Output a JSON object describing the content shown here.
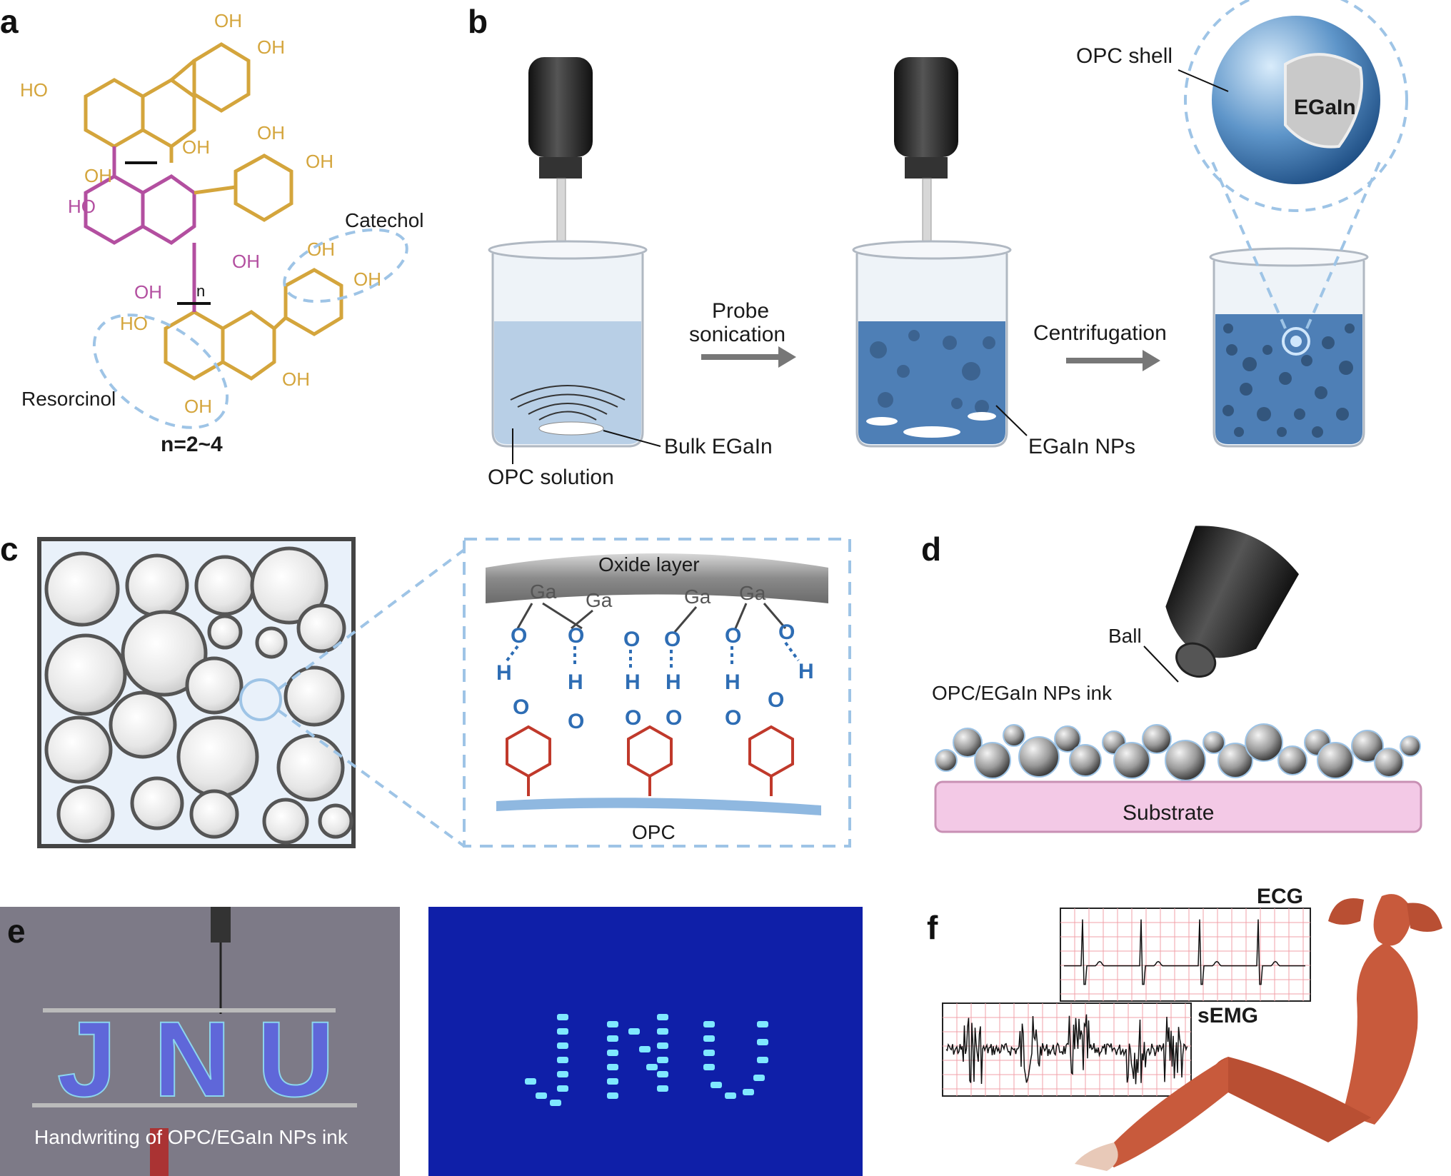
{
  "panels": {
    "a": {
      "letter": "a",
      "groups": [
        "OH",
        "OH",
        "HO",
        "OH",
        "OH",
        "OH",
        "OH",
        "HO",
        "OH",
        "OH",
        "OH",
        "HO",
        "OH",
        "OH",
        "OH"
      ],
      "catechol": "Catechol",
      "resorcinol": "Resorcinol",
      "n": "n",
      "formula": "n=2~4",
      "colors": {
        "gold": "#d4a53c",
        "magenta": "#b34fa0",
        "dashed": "#9ec4e6"
      }
    },
    "b": {
      "letter": "b",
      "opc_shell": "OPC shell",
      "egain": "EGaIn",
      "step1": [
        "Probe",
        "sonication"
      ],
      "step2": "Centrifugation",
      "bulk": "Bulk EGaIn",
      "opc_solution": "OPC solution",
      "nps": "EGaIn NPs",
      "colors": {
        "liquid_light": "#b8cfe6",
        "liquid_dark": "#4e7fb6"
      }
    },
    "c": {
      "letter": "c",
      "oxide": "Oxide layer",
      "ga": [
        "Ga",
        "Ga",
        "Ga",
        "Ga"
      ],
      "o_top": [
        "O",
        "O",
        "O",
        "O",
        "O",
        "O"
      ],
      "h_mid": [
        "H",
        "H",
        "H",
        "H",
        "H",
        "H"
      ],
      "o_bottom": [
        "O",
        "O",
        "O",
        "O",
        "O",
        "O"
      ],
      "opc": "OPC",
      "colors": {
        "blue": "#2e6db4",
        "red": "#c0392b",
        "backbone": "#8fb8e0"
      }
    },
    "d": {
      "letter": "d",
      "ball": "Ball",
      "ink": "OPC/EGaIn NPs ink",
      "substrate": "Substrate",
      "colors": {
        "substrate": "#f3c9e6"
      }
    },
    "e": {
      "letter": "e",
      "letters": [
        "J",
        "N",
        "U"
      ],
      "caption": "Handwriting of OPC/EGaIn NPs ink",
      "colors": {
        "photo_bg": "#7d7a87",
        "dark_bg": "#0f1fa8",
        "led": "#7fe8ff"
      }
    },
    "f": {
      "letter": "f",
      "ecg": "ECG",
      "semg": "sEMG",
      "colors": {
        "grid": "#f2a0a8",
        "muscle": "#c85a3c"
      }
    }
  }
}
